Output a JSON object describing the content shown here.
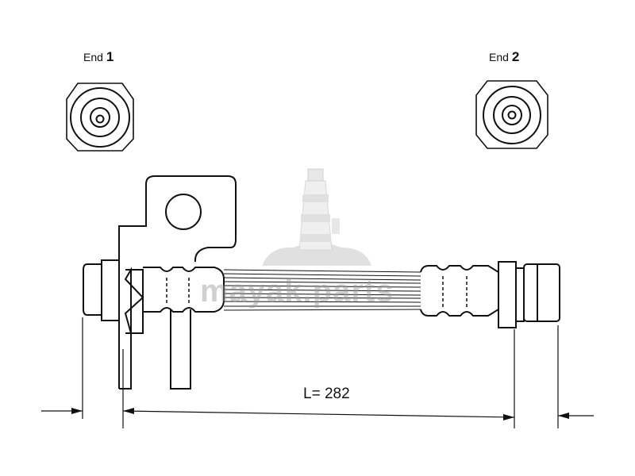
{
  "end1": {
    "label": "End",
    "number": "1"
  },
  "end2": {
    "label": "End",
    "number": "2"
  },
  "dimension": {
    "label": "L= 282"
  },
  "watermark": {
    "text": "mayak.parts"
  },
  "colors": {
    "line": "#111111",
    "watermark": "#9a9a9a"
  }
}
